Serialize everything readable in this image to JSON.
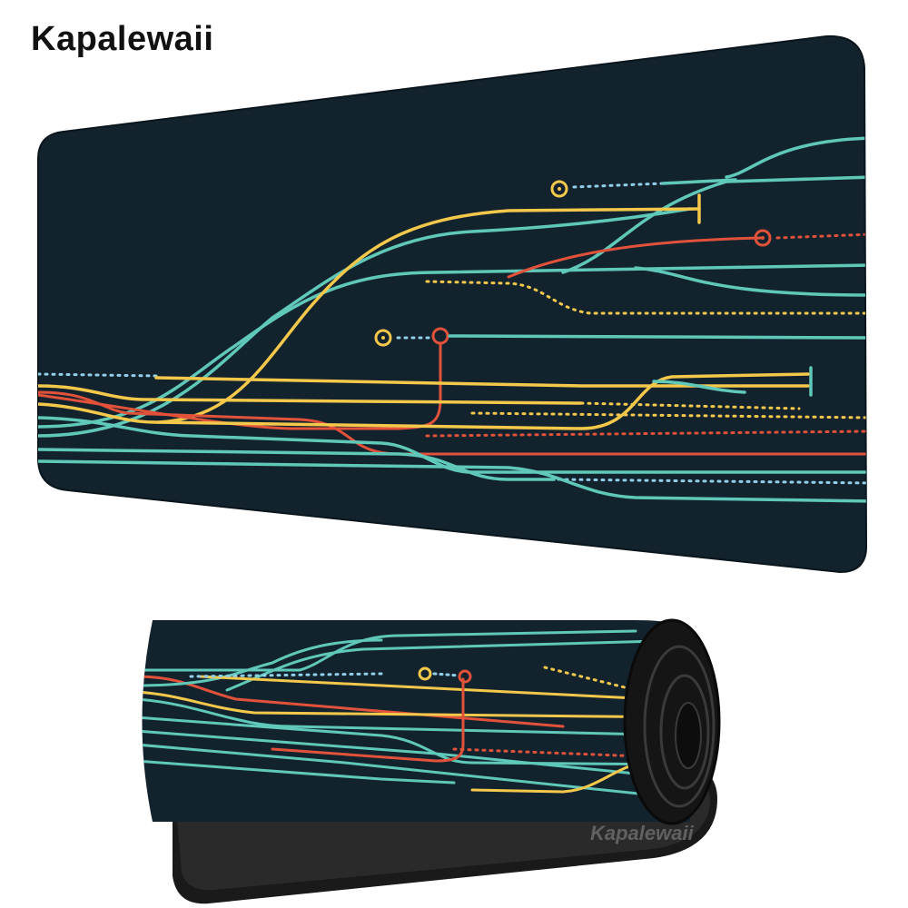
{
  "brand": {
    "name": "Kapalewaii"
  },
  "product": {
    "type": "extended desk mouse pad",
    "views": [
      "flat",
      "rolled"
    ],
    "watermark": "Kapalewaii"
  },
  "colors": {
    "mat": "#13232e",
    "teal": "#5fc8b8",
    "yellow": "#f3c84b",
    "red": "#e2513a",
    "blue_dots": "#8fd0e8",
    "base_rubber": "#1a1a1a",
    "background": "#ffffff"
  }
}
